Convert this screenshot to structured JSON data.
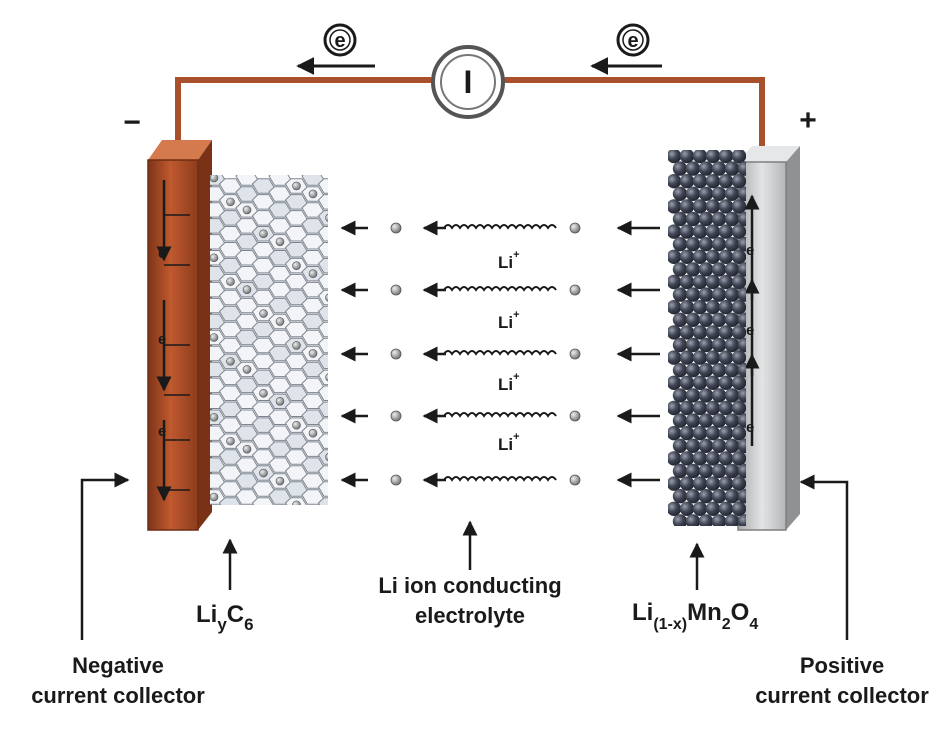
{
  "colors": {
    "wire": "#a8502c",
    "negative_plate": "#b5532c",
    "positive_plate": "#c9cbcc",
    "graphite": "#7f8590",
    "cathode": "#3c4150",
    "text": "#1a1a1a"
  },
  "circuit": {
    "electron_symbol_left": "e",
    "electron_symbol_right": "e",
    "ammeter_label": "I"
  },
  "terminals": {
    "negative_sign": "−",
    "positive_sign": "+"
  },
  "electrons": {
    "negative_plate_label": "e",
    "positive_plate_label": "e"
  },
  "ions": {
    "labels": [
      {
        "base": "Li",
        "sup": "+"
      },
      {
        "base": "Li",
        "sup": "+"
      },
      {
        "base": "Li",
        "sup": "+"
      },
      {
        "base": "Li",
        "sup": "+"
      }
    ]
  },
  "labels": {
    "anode": {
      "base": "Li",
      "sub1": "y",
      "mid": "C",
      "sub2": "6"
    },
    "electrolyte_line1": "Li ion conducting",
    "electrolyte_line2": "electrolyte",
    "cathode": {
      "base": "Li",
      "sub1": "(1-x)",
      "mid": "Mn",
      "sub2": "2",
      "end": "O",
      "sub3": "4"
    },
    "negative_collector_line1": "Negative",
    "negative_collector_line2": "current collector",
    "positive_collector_line1": "Positive",
    "positive_collector_line2": "current collector"
  }
}
